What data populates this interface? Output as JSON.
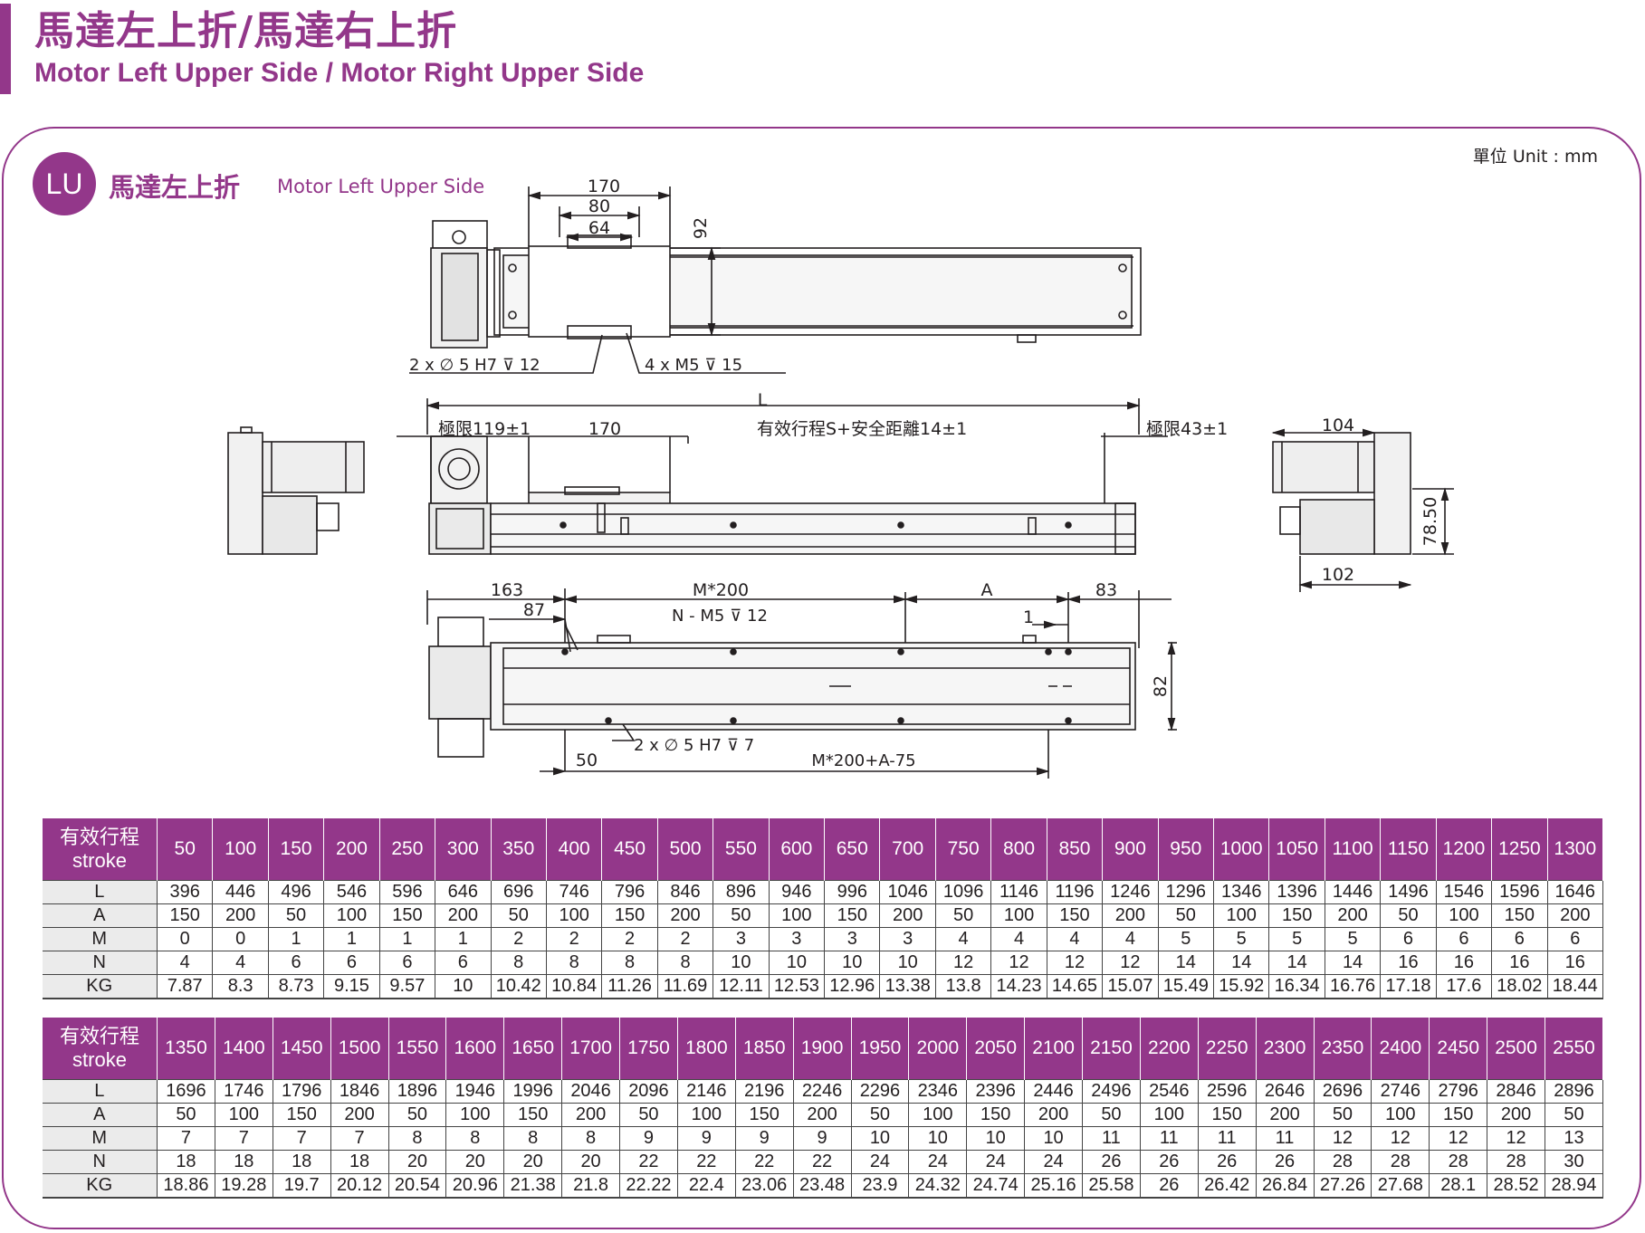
{
  "header": {
    "title_zh": "馬達左上折/馬達右上折",
    "title_en": "Motor Left Upper Side / Motor Right Upper Side"
  },
  "unit_label": "單位 Unit : mm",
  "section": {
    "badge": "LU",
    "title_zh": "馬達左上折",
    "title_en": "Motor Left Upper Side"
  },
  "drawing_labels": {
    "dim_170_top": "170",
    "dim_80": "80",
    "dim_64": "64",
    "dim_92": "92",
    "callout_pin_holes": "2 x ∅ 5 H7 ⊽ 12",
    "callout_m5": "4 x M5 ⊽ 15",
    "dim_L": "L",
    "limit_left": "極限119±1",
    "dim_170_front": "170",
    "effective_stroke": "有效行程S+安全距離14±1",
    "limit_right": "極限43±1",
    "dim_104": "104",
    "dim_78_50": "78.50",
    "dim_102": "102",
    "dim_163": "163",
    "dim_87": "87",
    "dim_M200": "M*200",
    "dim_A": "A",
    "dim_83": "83",
    "dim_1": "1",
    "callout_nm5": "N - M5 ⊽ 12",
    "dim_82": "82",
    "callout_pin_bottom": "2 x ∅ 5 H7 ⊽ 7",
    "dim_50": "50",
    "dim_M200_A75": "M*200+A-75"
  },
  "colors": {
    "accent": "#93378a",
    "row_label_bg": "#ebebeb"
  },
  "table1": {
    "header_zh": "有效行程",
    "header_en": "stroke",
    "strokes": [
      "50",
      "100",
      "150",
      "200",
      "250",
      "300",
      "350",
      "400",
      "450",
      "500",
      "550",
      "600",
      "650",
      "700",
      "750",
      "800",
      "850",
      "900",
      "950",
      "1000",
      "1050",
      "1100",
      "1150",
      "1200",
      "1250",
      "1300"
    ],
    "rows": [
      {
        "label": "L",
        "values": [
          "396",
          "446",
          "496",
          "546",
          "596",
          "646",
          "696",
          "746",
          "796",
          "846",
          "896",
          "946",
          "996",
          "1046",
          "1096",
          "1146",
          "1196",
          "1246",
          "1296",
          "1346",
          "1396",
          "1446",
          "1496",
          "1546",
          "1596",
          "1646"
        ]
      },
      {
        "label": "A",
        "values": [
          "150",
          "200",
          "50",
          "100",
          "150",
          "200",
          "50",
          "100",
          "150",
          "200",
          "50",
          "100",
          "150",
          "200",
          "50",
          "100",
          "150",
          "200",
          "50",
          "100",
          "150",
          "200",
          "50",
          "100",
          "150",
          "200"
        ]
      },
      {
        "label": "M",
        "values": [
          "0",
          "0",
          "1",
          "1",
          "1",
          "1",
          "2",
          "2",
          "2",
          "2",
          "3",
          "3",
          "3",
          "3",
          "4",
          "4",
          "4",
          "4",
          "5",
          "5",
          "5",
          "5",
          "6",
          "6",
          "6",
          "6"
        ]
      },
      {
        "label": "N",
        "values": [
          "4",
          "4",
          "6",
          "6",
          "6",
          "6",
          "8",
          "8",
          "8",
          "8",
          "10",
          "10",
          "10",
          "10",
          "12",
          "12",
          "12",
          "12",
          "14",
          "14",
          "14",
          "14",
          "16",
          "16",
          "16",
          "16"
        ]
      },
      {
        "label": "KG",
        "values": [
          "7.87",
          "8.3",
          "8.73",
          "9.15",
          "9.57",
          "10",
          "10.42",
          "10.84",
          "11.26",
          "11.69",
          "12.11",
          "12.53",
          "12.96",
          "13.38",
          "13.8",
          "14.23",
          "14.65",
          "15.07",
          "15.49",
          "15.92",
          "16.34",
          "16.76",
          "17.18",
          "17.6",
          "18.02",
          "18.44"
        ]
      }
    ]
  },
  "table2": {
    "header_zh": "有效行程",
    "header_en": "stroke",
    "strokes": [
      "1350",
      "1400",
      "1450",
      "1500",
      "1550",
      "1600",
      "1650",
      "1700",
      "1750",
      "1800",
      "1850",
      "1900",
      "1950",
      "2000",
      "2050",
      "2100",
      "2150",
      "2200",
      "2250",
      "2300",
      "2350",
      "2400",
      "2450",
      "2500",
      "2550"
    ],
    "rows": [
      {
        "label": "L",
        "values": [
          "1696",
          "1746",
          "1796",
          "1846",
          "1896",
          "1946",
          "1996",
          "2046",
          "2096",
          "2146",
          "2196",
          "2246",
          "2296",
          "2346",
          "2396",
          "2446",
          "2496",
          "2546",
          "2596",
          "2646",
          "2696",
          "2746",
          "2796",
          "2846",
          "2896"
        ]
      },
      {
        "label": "A",
        "values": [
          "50",
          "100",
          "150",
          "200",
          "50",
          "100",
          "150",
          "200",
          "50",
          "100",
          "150",
          "200",
          "50",
          "100",
          "150",
          "200",
          "50",
          "100",
          "150",
          "200",
          "50",
          "100",
          "150",
          "200",
          "50"
        ]
      },
      {
        "label": "M",
        "values": [
          "7",
          "7",
          "7",
          "7",
          "8",
          "8",
          "8",
          "8",
          "9",
          "9",
          "9",
          "9",
          "10",
          "10",
          "10",
          "10",
          "11",
          "11",
          "11",
          "11",
          "12",
          "12",
          "12",
          "12",
          "13"
        ]
      },
      {
        "label": "N",
        "values": [
          "18",
          "18",
          "18",
          "18",
          "20",
          "20",
          "20",
          "20",
          "22",
          "22",
          "22",
          "22",
          "24",
          "24",
          "24",
          "24",
          "26",
          "26",
          "26",
          "26",
          "28",
          "28",
          "28",
          "28",
          "30"
        ]
      },
      {
        "label": "KG",
        "values": [
          "18.86",
          "19.28",
          "19.7",
          "20.12",
          "20.54",
          "20.96",
          "21.38",
          "21.8",
          "22.22",
          "22.4",
          "23.06",
          "23.48",
          "23.9",
          "24.32",
          "24.74",
          "25.16",
          "25.58",
          "26",
          "26.42",
          "26.84",
          "27.26",
          "27.68",
          "28.1",
          "28.52",
          "28.94"
        ]
      }
    ]
  }
}
